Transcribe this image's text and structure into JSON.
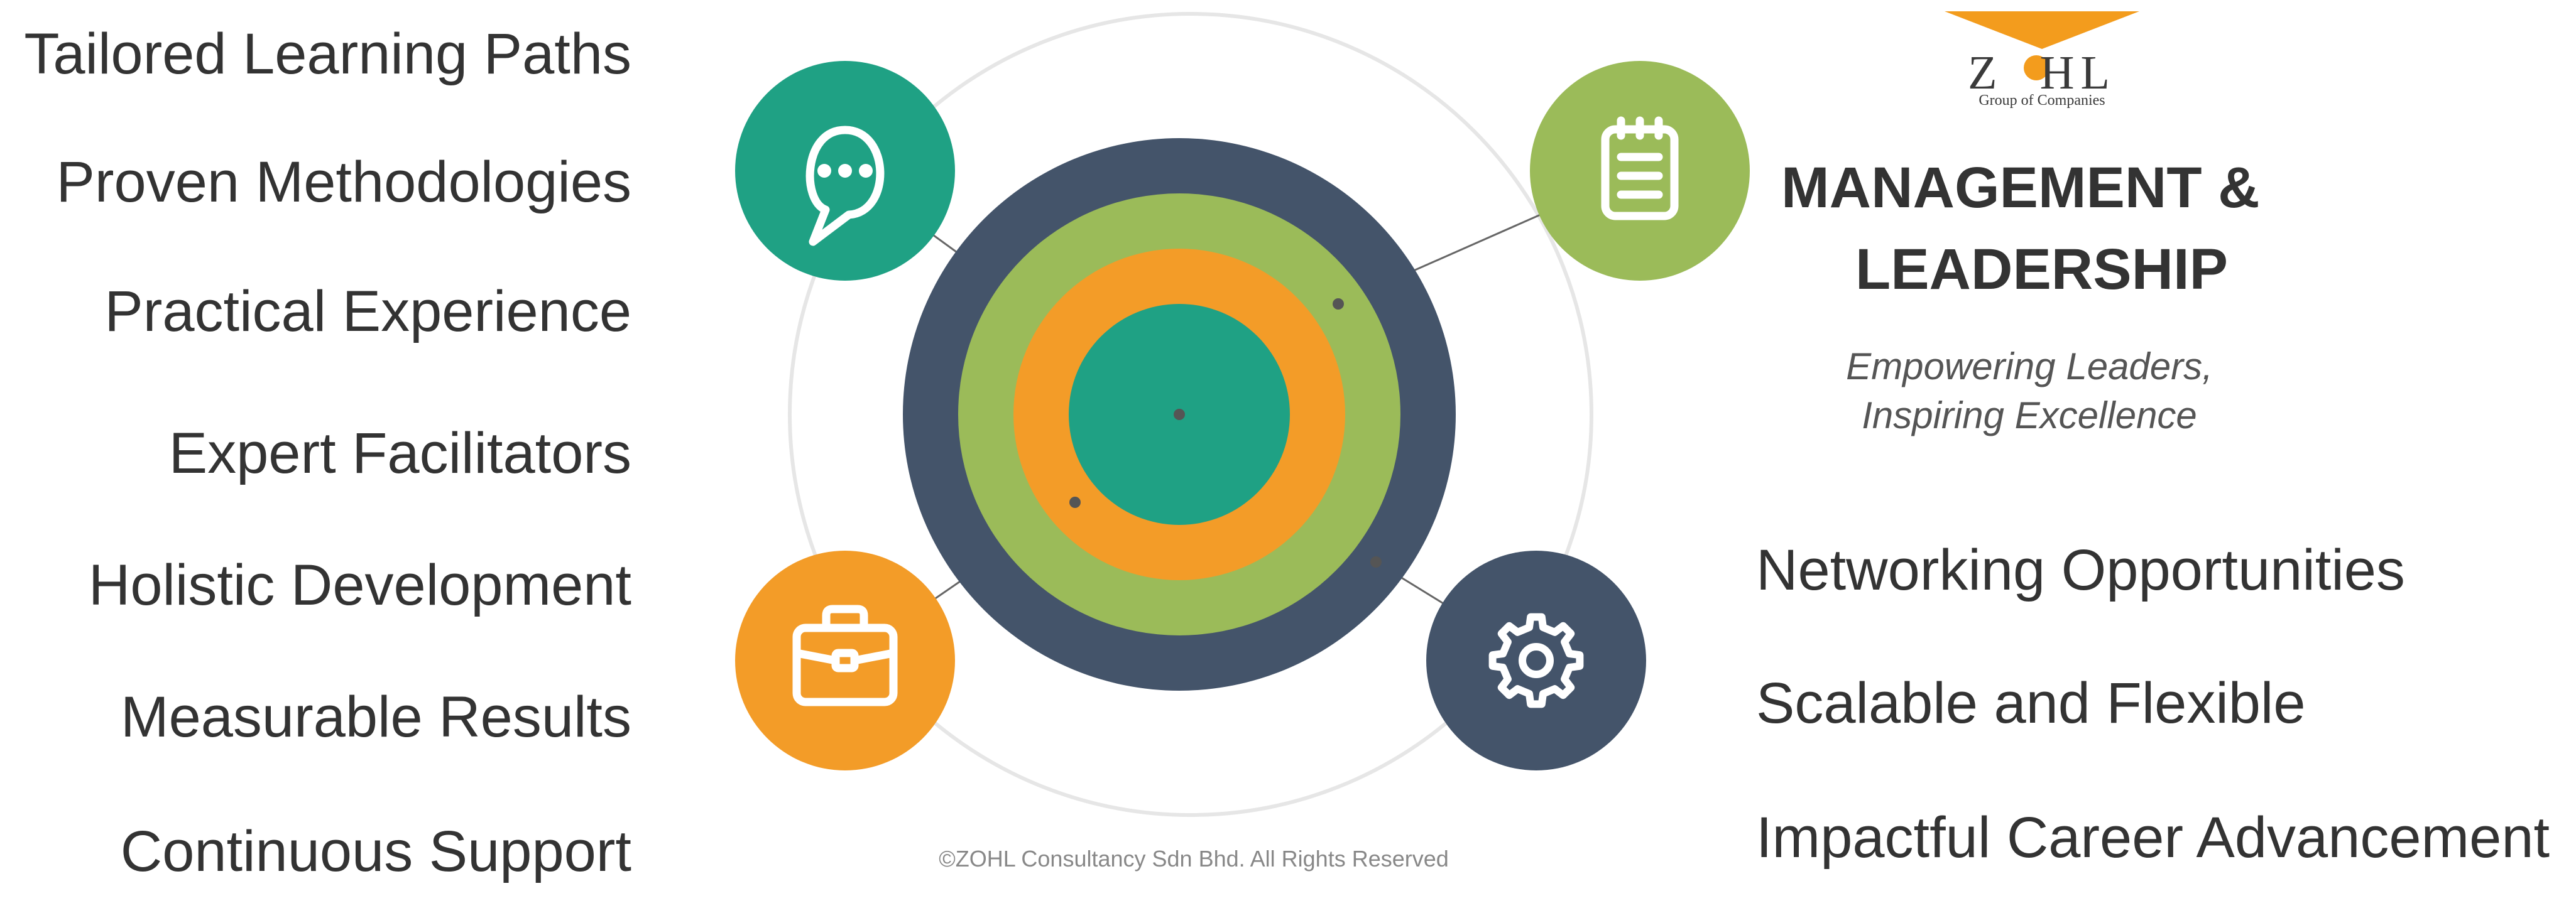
{
  "left_items": [
    "Tailored Learning Paths",
    "Proven Methodologies",
    "Practical Experience",
    "Expert Facilitators",
    "Holistic Development",
    "Measurable Results",
    "Continuous Support"
  ],
  "right_items": [
    "Networking Opportunities",
    "Scalable and Flexible",
    "Impactful Career Advancement"
  ],
  "logo": {
    "name_prefix": "Z",
    "name_suffix": "HL",
    "subtitle": "Group of Companies",
    "colors": {
      "accent": "#F39C1D",
      "text": "#3A3A3A"
    }
  },
  "heading": {
    "line1": "MANAGEMENT &",
    "line2": "LEADERSHIP"
  },
  "tagline": {
    "line1": "Empowering Leaders,",
    "line2": "Inspiring Excellence"
  },
  "copyright": "©ZOHL Consultancy Sdn Bhd. All Rights Reserved",
  "diagram": {
    "rings": [
      "#44546A",
      "#9BBB59",
      "#F39C28",
      "#1FA184"
    ],
    "icons": [
      {
        "name": "chat-bubble-icon",
        "color": "#1FA184"
      },
      {
        "name": "notepad-icon",
        "color": "#9BBB59"
      },
      {
        "name": "briefcase-icon",
        "color": "#F39C28"
      },
      {
        "name": "gear-icon",
        "color": "#44546A"
      }
    ]
  }
}
